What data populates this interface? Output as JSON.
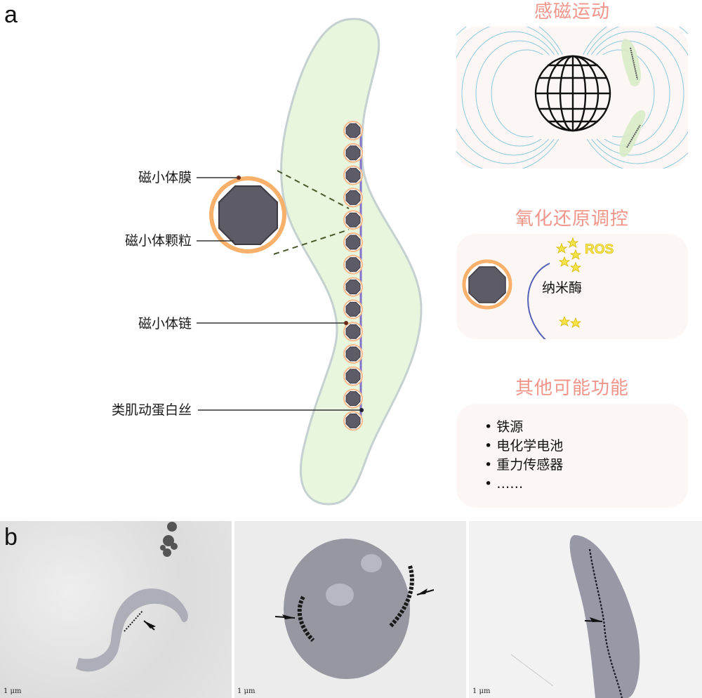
{
  "panel_a": {
    "letter": "a",
    "labels": {
      "membrane": "磁小体膜",
      "particle": "磁小体颗粒",
      "chain": "磁小体链",
      "filament": "类肌动蛋白丝"
    },
    "magnetosome_count": 14,
    "colors": {
      "cell_fill": "#e9f6de",
      "cell_stroke": "#c5d0d0",
      "particle_fill": "#5c5b66",
      "membrane_ring": "#f8b06b",
      "filament": "#8272c8",
      "card_bg": "#fcf7f4",
      "card_title": "#f0958a",
      "field_lines": "#8cc8dc"
    },
    "cards": [
      {
        "title": "感磁运动",
        "content": "earth-magnetic-field-illustration"
      },
      {
        "title": "氧化还原调控",
        "ros_label": "ROS",
        "enzyme_label": "纳米酶"
      },
      {
        "title": "其他可能功能",
        "items": [
          "铁源",
          "电化学电池",
          "重力传感器",
          "……"
        ]
      }
    ]
  },
  "panel_b": {
    "letter": "b",
    "images": [
      {
        "scale_bar": "1 μm",
        "arrows": 1
      },
      {
        "scale_bar": "1 μm",
        "arrows": 2
      },
      {
        "scale_bar": "1 μm",
        "arrows": 1
      }
    ]
  }
}
